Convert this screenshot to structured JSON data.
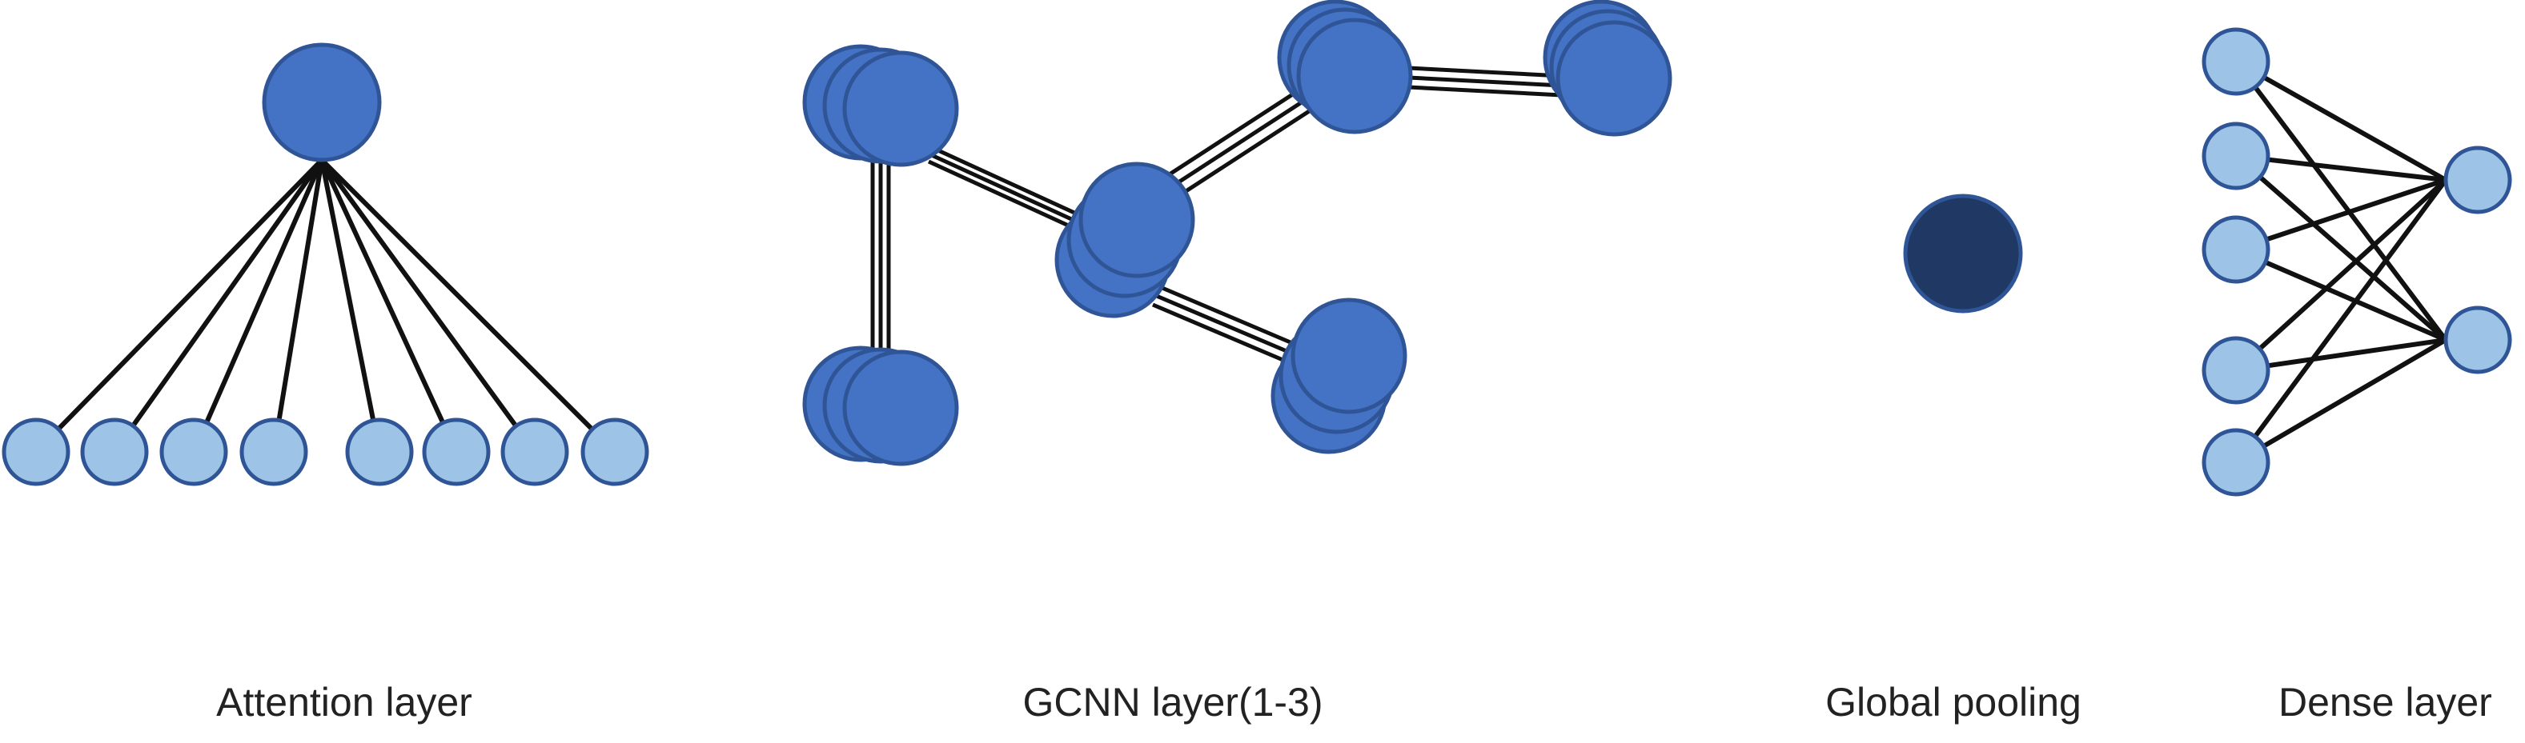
{
  "panels": [
    {
      "id": "attention",
      "caption": "Attention layer"
    },
    {
      "id": "gcnn",
      "caption": "GCNN layer(1-3)"
    },
    {
      "id": "pool",
      "caption": "Global pooling"
    },
    {
      "id": "dense",
      "caption": "Dense layer"
    }
  ],
  "colors": {
    "node_light": "#9DC3E6",
    "node_mid": "#4472C4",
    "node_dark": "#203864",
    "node_stroke": "#2F5597",
    "edge": "#111111"
  }
}
